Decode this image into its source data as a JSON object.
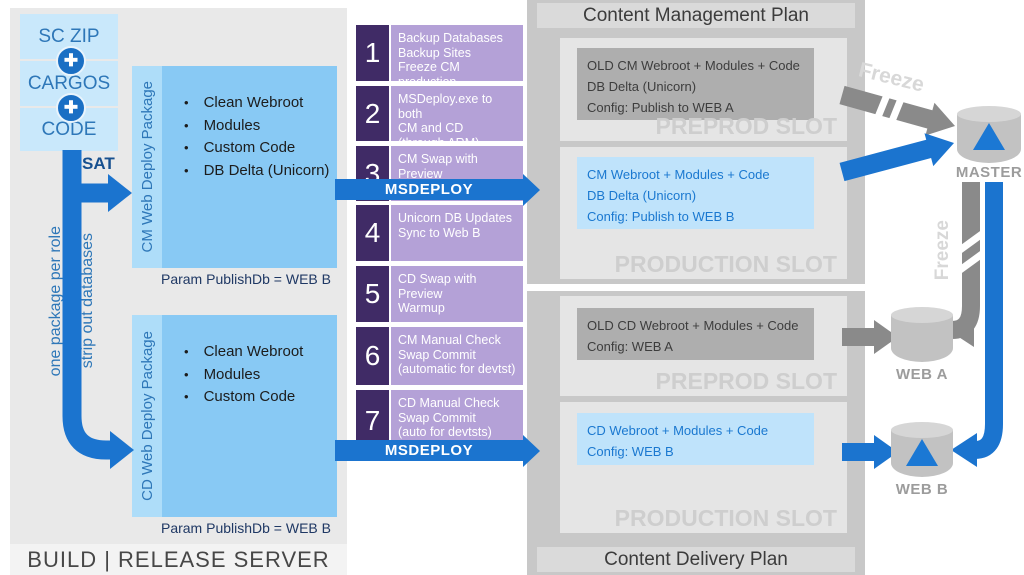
{
  "build_server": {
    "label": "BUILD | RELEASE SERVER",
    "source_box": {
      "rows": [
        "SC ZIP",
        "CARGOS",
        "CODE"
      ]
    },
    "sat_label": "SAT",
    "side_notes": {
      "left": "one package per role",
      "right": "strip out databases"
    },
    "cm_package": {
      "sidebar_label": "CM Web Deploy Package",
      "items": [
        "Clean Webroot",
        "Modules",
        "Custom Code",
        "DB Delta (Unicorn)"
      ],
      "param": "Param PublishDb = WEB B"
    },
    "cd_package": {
      "sidebar_label": "CD Web Deploy Package",
      "items": [
        "Clean Webroot",
        "Modules",
        "Custom Code"
      ],
      "param": "Param PublishDb = WEB B"
    }
  },
  "steps": [
    {
      "num": "1",
      "text": "Backup Databases\nBackup Sites\nFreeze CM production"
    },
    {
      "num": "2",
      "text": "MSDeploy.exe to both\nCM and CD\n(through ARM)"
    },
    {
      "num": "3",
      "text": "CM Swap with Preview\nWarmup"
    },
    {
      "num": "4",
      "text": "Unicorn DB Updates\nSync to Web B"
    },
    {
      "num": "5",
      "text": "CD Swap with Preview\nWarmup"
    },
    {
      "num": "6",
      "text": "CM Manual Check\nSwap Commit\n(automatic for devtst)"
    },
    {
      "num": "7",
      "text": "CD Manual Check\nSwap Commit\n(auto for devtsts)"
    }
  ],
  "deploy_arrows": {
    "cm_label": "MSDEPLOY",
    "cd_label": "MSDEPLOY"
  },
  "cm_plan": {
    "title": "Content Management Plan",
    "preprod": {
      "watermark": "PREPROD SLOT",
      "text": "OLD CM Webroot + Modules + Code\nDB Delta (Unicorn)\nConfig: Publish to WEB A"
    },
    "production": {
      "watermark": "PRODUCTION SLOT",
      "text": "CM Webroot + Modules + Code\nDB Delta (Unicorn)\nConfig: Publish to WEB B"
    }
  },
  "cd_plan": {
    "title": "Content Delivery Plan",
    "preprod": {
      "watermark": "PREPROD SLOT",
      "text": "OLD CD Webroot + Modules + Code\nConfig: WEB A"
    },
    "production": {
      "watermark": "PRODUCTION SLOT",
      "text": "CD Webroot + Modules + Code\nConfig: WEB B"
    }
  },
  "databases": {
    "master": "MASTER",
    "web_a": "WEB A",
    "web_b": "WEB B"
  },
  "freeze": {
    "top": "Freeze",
    "side": "Freeze"
  },
  "icons": {
    "plus_icon": "✚"
  },
  "colors": {
    "accent_blue": "#1b74cf",
    "light_blue_box": "#bfe3fb",
    "package_blue": "#88c9f4",
    "purple_dark": "#402b66",
    "purple_light": "#b4a1d7",
    "gray_arrow": "#8a8a8a"
  }
}
